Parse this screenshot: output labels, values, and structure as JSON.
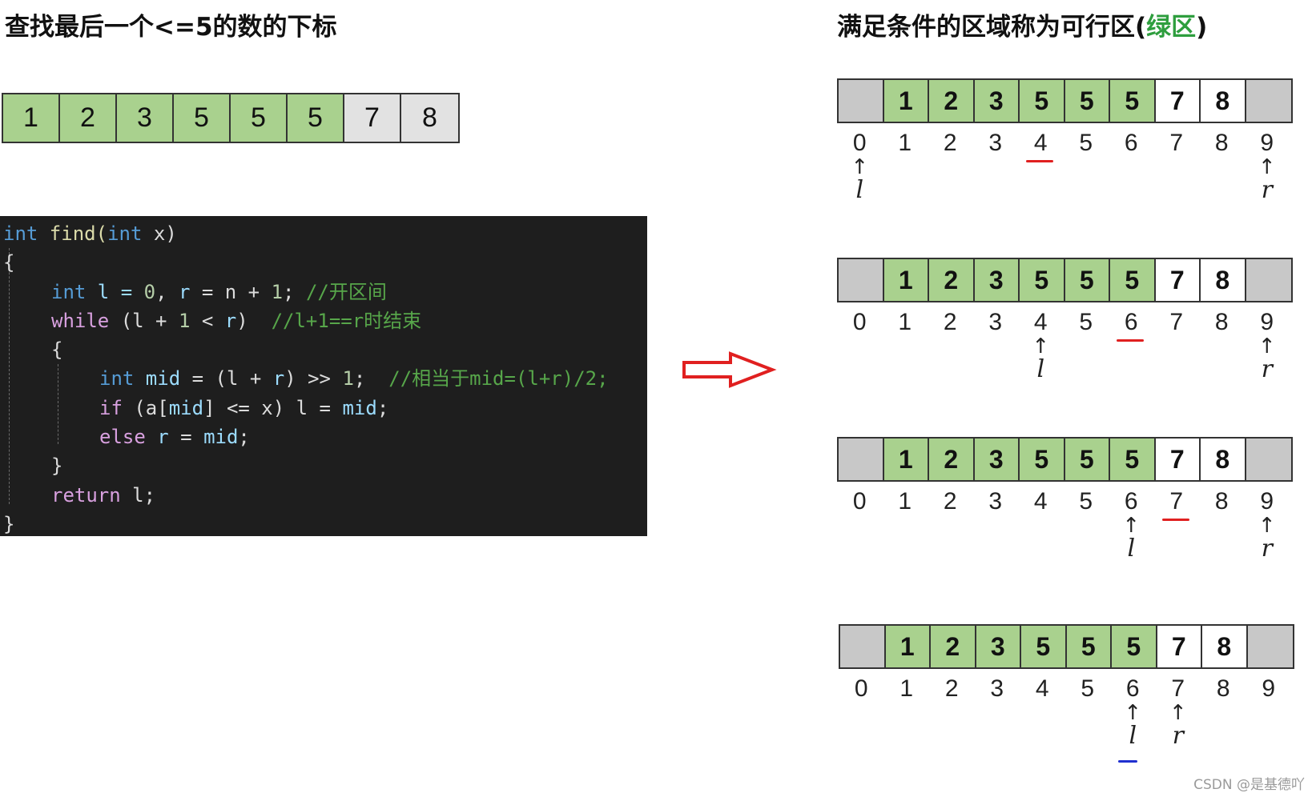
{
  "left_title": "查找最后一个<=5的数的下标",
  "right_title_prefix": "满足条件的区域称为可行区(",
  "right_title_green": "绿区",
  "right_title_suffix": ")",
  "top_array": [
    {
      "v": "1",
      "c": "green"
    },
    {
      "v": "2",
      "c": "green"
    },
    {
      "v": "3",
      "c": "green"
    },
    {
      "v": "5",
      "c": "green"
    },
    {
      "v": "5",
      "c": "green"
    },
    {
      "v": "5",
      "c": "green"
    },
    {
      "v": "7",
      "c": "lightgrey"
    },
    {
      "v": "8",
      "c": "lightgrey"
    }
  ],
  "diagram_cells": [
    {
      "v": "",
      "c": "grey"
    },
    {
      "v": "1",
      "c": "green"
    },
    {
      "v": "2",
      "c": "green"
    },
    {
      "v": "3",
      "c": "green"
    },
    {
      "v": "5",
      "c": "green"
    },
    {
      "v": "5",
      "c": "green"
    },
    {
      "v": "5",
      "c": "green"
    },
    {
      "v": "7",
      "c": "white"
    },
    {
      "v": "8",
      "c": "white"
    },
    {
      "v": "",
      "c": "grey"
    }
  ],
  "indices": [
    "0",
    "1",
    "2",
    "3",
    "4",
    "5",
    "6",
    "7",
    "8",
    "9"
  ],
  "arrow_glyph": "↑",
  "steps": [
    {
      "l": 0,
      "r": 9,
      "mid": 4,
      "l_label": "l",
      "r_label": "r",
      "mark_color": "#e02020"
    },
    {
      "l": 4,
      "r": 9,
      "mid": 6,
      "l_label": "l",
      "r_label": "r",
      "mark_color": "#e02020"
    },
    {
      "l": 6,
      "r": 9,
      "mid": 7,
      "l_label": "l",
      "r_label": "r",
      "mark_color": "#e02020"
    },
    {
      "l": 6,
      "r": 7,
      "mid": 6,
      "l_label": "l",
      "r_label": "r",
      "mark_color": "#2030d0"
    }
  ],
  "code": {
    "l1": {
      "a": "int",
      "b": " find(",
      "c": "int",
      "d": " x)"
    },
    "l2": "{",
    "l3": {
      "a": "int",
      "b": " l = ",
      "c": "0",
      "d": ", ",
      "e": "r",
      "f": " = n + ",
      "g": "1",
      "h": "; ",
      "i": "//开区间"
    },
    "l4": {
      "a": "while",
      "b": " (l + ",
      "c": "1",
      "d": " < ",
      "e": "r",
      "f": ")  ",
      "g": "//l+1==r时结束"
    },
    "l5": "{",
    "l6": {
      "a": "int",
      "b": " mid",
      "c": " = (l + ",
      "d": "r",
      "e": ") >> ",
      "f": "1",
      "g": ";  ",
      "h": "//相当于mid=(l+r)/2;"
    },
    "l7": {
      "a": "if",
      "b": " (a[",
      "c": "mid",
      "d": "] <= x) l = ",
      "e": "mid",
      "f": ";"
    },
    "l8": {
      "a": "else",
      "b": " ",
      "c": "r",
      "d": " = ",
      "e": "mid",
      "f": ";"
    },
    "l9": "}",
    "l10": {
      "a": "return",
      "b": " l;"
    },
    "l11": "}"
  },
  "watermark": "CSDN @是基德吖",
  "colors": {
    "green_cell": "#a9d18e",
    "grey_cell": "#c8c8c8",
    "arrow_red": "#e02020"
  }
}
